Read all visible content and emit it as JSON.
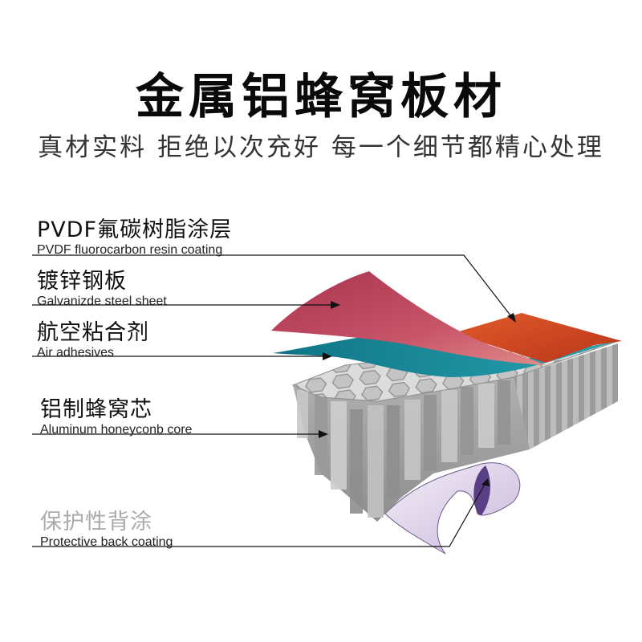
{
  "header": {
    "title": "金属铝蜂窝板材",
    "subtitle": "真材实料 拒绝以次充好 每一个细节都精心处理"
  },
  "layers": [
    {
      "zh": "PVDF氟碳树脂涂层",
      "en": "PVDF fluorocarbon resin coating",
      "color": "#cc4a20"
    },
    {
      "zh": "镀锌钢板",
      "en": "Galvanizde steel sheet",
      "color": "#b8455c"
    },
    {
      "zh": "航空粘合剂",
      "en": "Air adhesives",
      "color": "#1d8a9a"
    },
    {
      "zh": "铝制蜂窝芯",
      "en": "Aluminum honeyconb core",
      "color": "#9a9a9a"
    },
    {
      "zh": "保护性背涂",
      "en": "Protective back coating",
      "color": "#d9cde6"
    }
  ]
}
